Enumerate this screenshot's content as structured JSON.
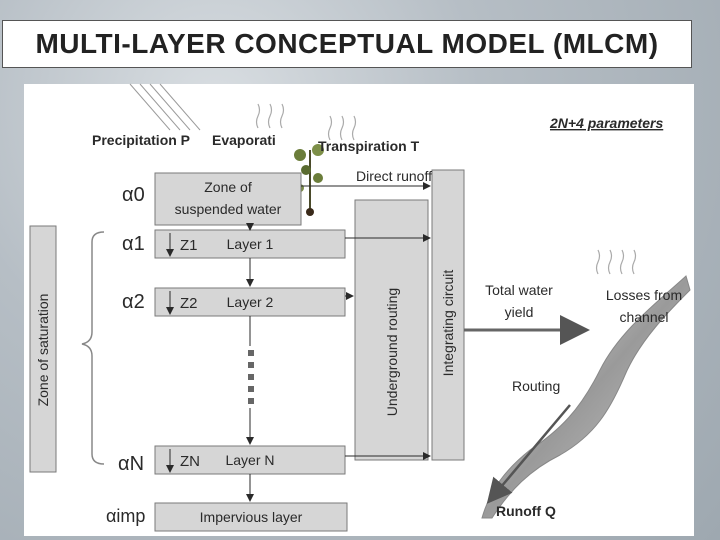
{
  "title": "MULTI-LAYER CONCEPTUAL MODEL  (MLCM)",
  "params_note": "2N+4 parameters",
  "labels": {
    "precipitation": "Precipitation P",
    "evaporation": "Evaporati",
    "transpiration": "Transpiration T",
    "direct_runoff": "Direct runoff",
    "zone_suspended_line1": "Zone of",
    "zone_suspended_line2": "suspended water",
    "layer1": "Layer 1",
    "layer2": "Layer 2",
    "layerN": "Layer N",
    "impervious": "Impervious layer",
    "zone_saturation": "Zone of saturation",
    "underground_routing": "Underground routing",
    "integrating_circuit": "Integrating circuit",
    "total_yield_line1": "Total water",
    "total_yield_line2": "yield",
    "losses_line1": "Losses from",
    "losses_line2": "channel",
    "routing": "Routing",
    "runoff": "Runoff Q"
  },
  "alphas": {
    "a0": "α0",
    "a1": "α1",
    "a2": "α2",
    "aN": "αN",
    "aimp": "αimp"
  },
  "zs": {
    "z1": "Z1",
    "z2": "Z2",
    "zN": "ZN"
  },
  "colors": {
    "box_fill": "#d6d6d6",
    "box_stroke": "#7a7a7a",
    "text": "#2a2a2a"
  }
}
